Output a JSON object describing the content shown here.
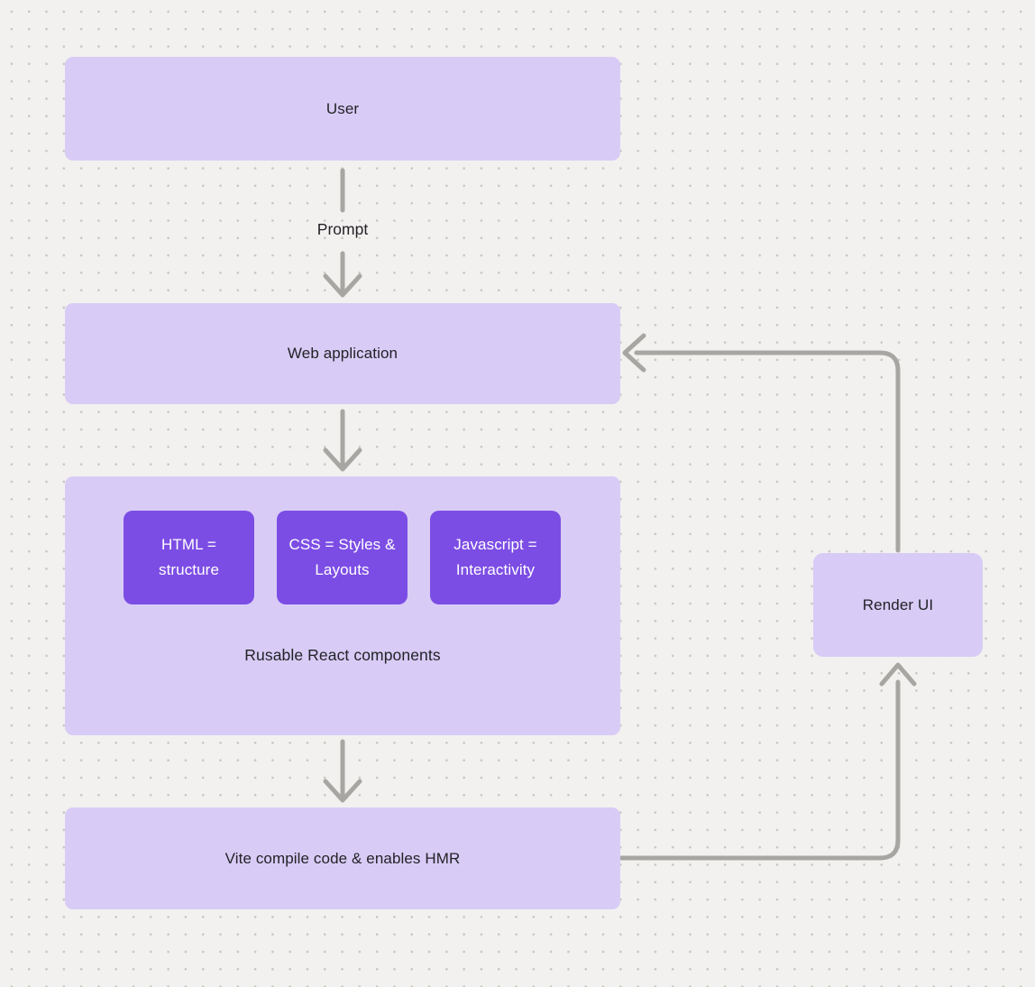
{
  "diagram": {
    "nodes": {
      "user": {
        "label": "User"
      },
      "web_application": {
        "label": "Web application"
      },
      "components_group": {
        "label": "Rusable React components",
        "children": [
          {
            "label": "HTML = structure"
          },
          {
            "label": "CSS = Styles & Layouts"
          },
          {
            "label": "Javascript = Interactivity"
          }
        ]
      },
      "vite": {
        "label": "Vite compile code & enables HMR"
      },
      "render_ui": {
        "label": "Render UI"
      }
    },
    "edge_labels": {
      "user_to_web": "Prompt"
    },
    "colors": {
      "background": "#f2f1ef",
      "dot": "#c9c6c2",
      "node_fill": "#d8ccf6",
      "node_text": "#232227",
      "child_fill": "#7c4de4",
      "child_text": "#ffffff",
      "arrow": "#a8a6a3"
    }
  }
}
